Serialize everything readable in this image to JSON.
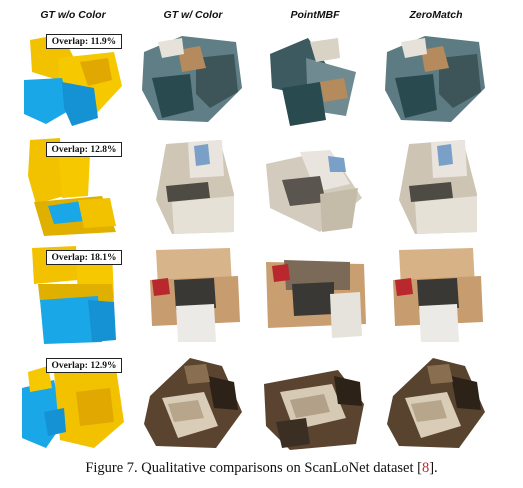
{
  "headers": [
    "GT w/o Color",
    "GT w/ Color",
    "PointMBF",
    "ZeroMatch"
  ],
  "overlaps": [
    "Overlap: 11.9%",
    "Overlap: 12.8%",
    "Overlap: 18.1%",
    "Overlap: 12.9%"
  ],
  "caption": {
    "prefix": "Figure 7. Qualitative comparisons on ScanLoNet dataset [",
    "ref": "8",
    "suffix": "]."
  },
  "colors": {
    "yellow": "#f2c200",
    "cyan": "#1aa7e8",
    "citation_red": "#c0282d"
  }
}
